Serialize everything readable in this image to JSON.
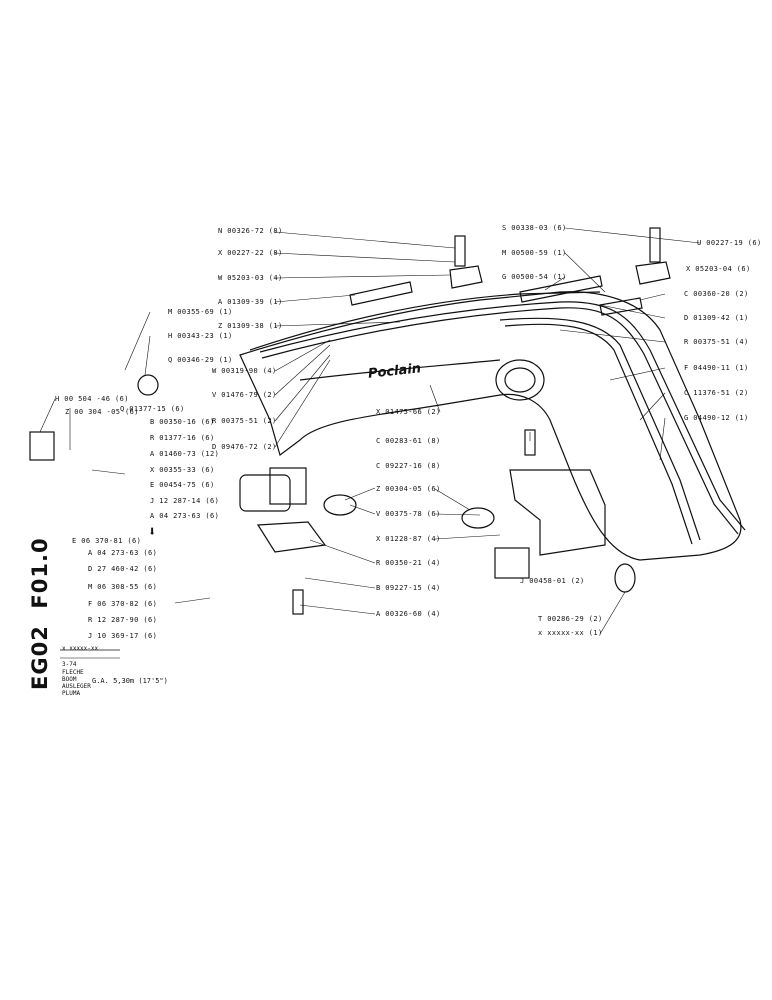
{
  "sheet": {
    "code_a": "EG02",
    "code_b": "F01.0",
    "brand": "Poclain"
  },
  "title_block": {
    "ref": "x xxxxx-xx",
    "date": "3-74",
    "names": [
      "FLECHE",
      "BOOM",
      "AUSLEGER",
      "PLUMA"
    ],
    "spec": "G.A. 5,30m (17'5\")"
  },
  "callouts": {
    "l01": "N 00326-72 (8)",
    "l02": "X 00227-22 (8)",
    "l03": "W 05203-03 (4)",
    "l04": "A 01309-39 (1)",
    "l05": "Z 01309-38 (1)",
    "l06": "W 00319-90 (4)",
    "l07": "V 01476-79 (2)",
    "l08": "R 00375-51 (2)",
    "l09": "D 09476-72 (2)",
    "l10": "X 01475-66 (2)",
    "l11": "S 00338-03 (6)",
    "l12": "M 00500-59 (1)",
    "l13": "G 00500-54 (1)",
    "l14": "U 00227-19 (6)",
    "l15": "X 05203-04 (6)",
    "l16": "C 00360-20 (2)",
    "l17": "D 01309-42 (1)",
    "l18": "R 00375-51 (4)",
    "l19": "F 04490-11 (1)",
    "l20": "C 11376-51 (2)",
    "l21": "G 04490-12 (1)",
    "l22": "C 00283-61 (8)",
    "l23": "C 09227-16 (8)",
    "l24": "Z 00304-05 (6)",
    "l25": "V 00375-78 (6)",
    "l26": "X 01228-87 (4)",
    "l27": "J 00458-01 (2)",
    "l28": "T 00286-29 (2)",
    "l29": "x xxxxx-xx (1)",
    "l30": "R 00350-21 (4)",
    "l31": "B 09227-15 (4)",
    "l32": "A 00326-60 (4)",
    "l33": "M 00355-69 (1)",
    "l34": "H 00343-23 (1)",
    "l35": "Q 00346-29 (1)",
    "l36": "H 00 504 -46 (6)",
    "l37": "Z 00 304 -05 (6)",
    "l38": "Q 01377-15 (6)",
    "l39": "B 00350-16 (6)",
    "l40": "R 01377-16 (6)",
    "l41": "A 01460-73 (12)",
    "l42": "X 00355-33 (6)",
    "l43": "E 00454-75 (6)",
    "l44": "J 12 287-14 (6)",
    "l45": "A 04 273-63 (6)",
    "l46": "E 06 370-81 (6)",
    "l47": "A 04 273-63 (6)",
    "l48": "D 27 460-42 (6)",
    "l49": "M 06 308-55 (6)",
    "l50": "F 06 370-82 (6)",
    "l51": "R 12 287-90 (6)",
    "l52": "J 10 369-17 (6)"
  }
}
